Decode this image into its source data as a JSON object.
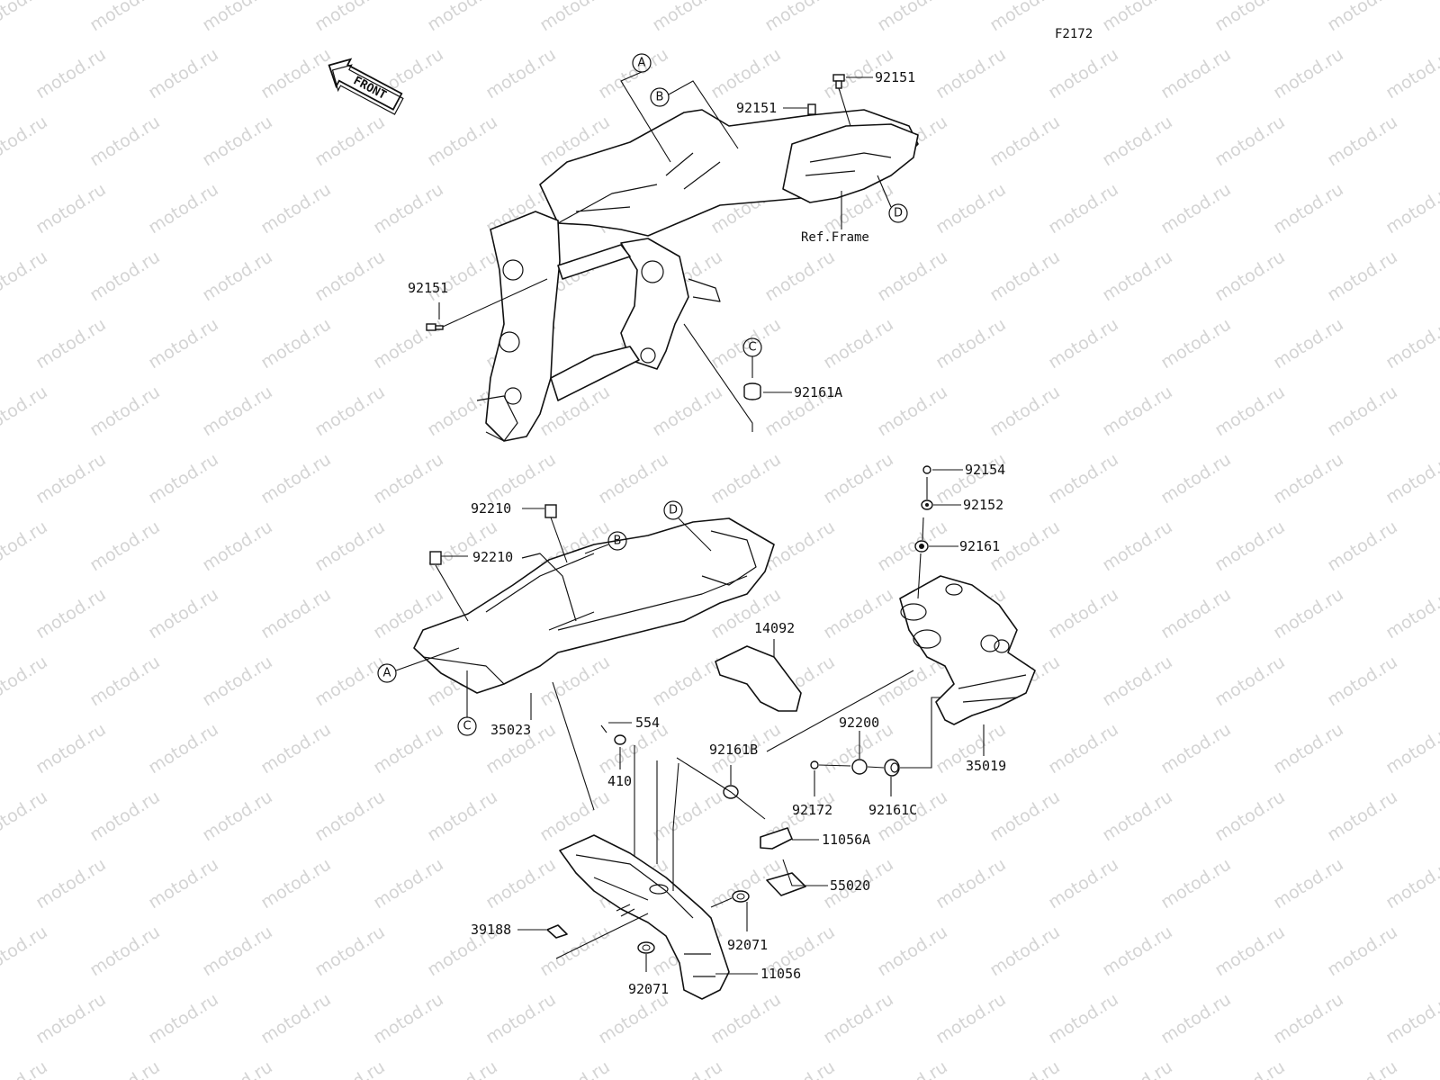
{
  "diagram": {
    "code": "F2172",
    "watermark": "motod.ru",
    "front_arrow_label": "FRONT",
    "ref_frame_label": "Ref.Frame",
    "callouts": {
      "A": "A",
      "B": "B",
      "C": "C",
      "D": "D"
    },
    "parts": {
      "p92151_top": "92151",
      "p92151_mid": "92151",
      "p92151_left": "92151",
      "p92161A": "92161A",
      "p92154": "92154",
      "p92152": "92152",
      "p92161": "92161",
      "p92210_a": "92210",
      "p92210_b": "92210",
      "p35023": "35023",
      "p14092": "14092",
      "p554": "554",
      "p410": "410",
      "p92161B": "92161B",
      "p92200": "92200",
      "p92172": "92172",
      "p92161C": "92161C",
      "p35019": "35019",
      "p11056A": "11056A",
      "p55020": "55020",
      "p39188": "39188",
      "p92071_a": "92071",
      "p92071_b": "92071",
      "p11056": "11056"
    }
  }
}
